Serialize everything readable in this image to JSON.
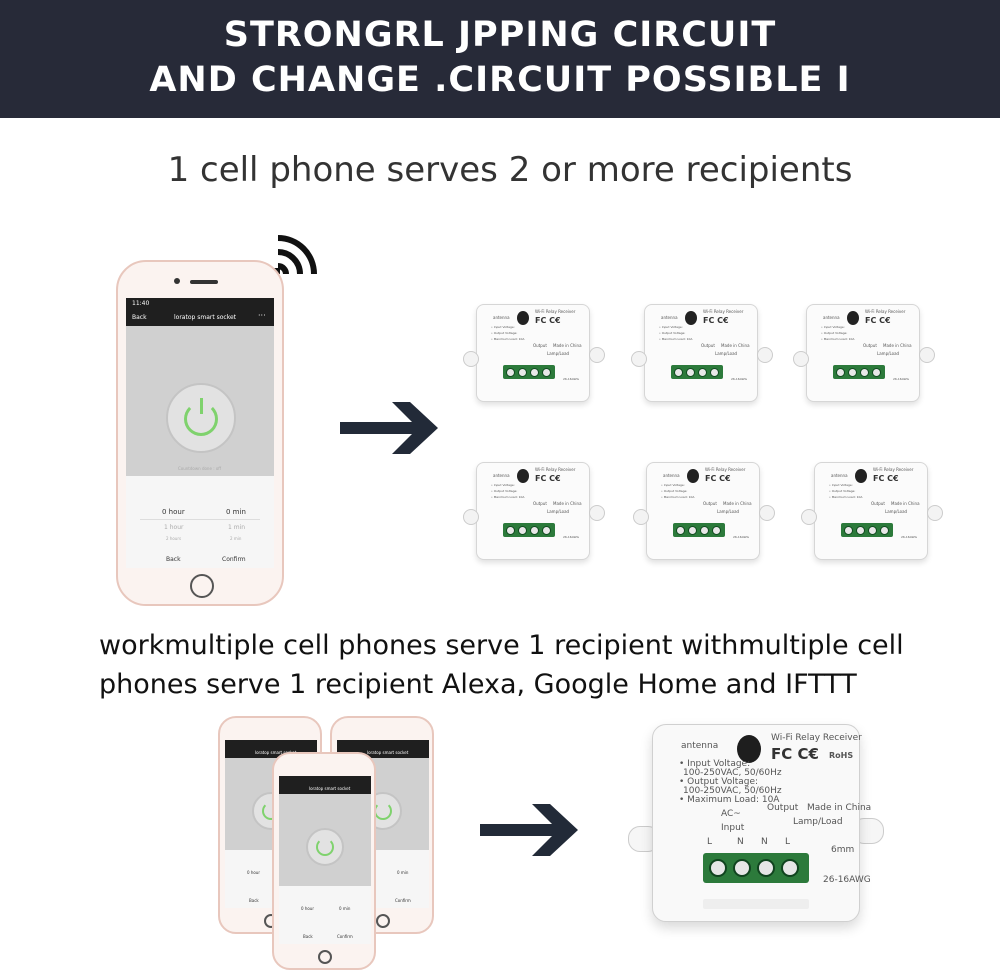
{
  "banner": {
    "line1": "STRONGRL JPPING CIRCUIT",
    "line2": "AND CHANGE .CIRCUIT POSSIBLE I"
  },
  "subtitle": "1 cell phone serves 2 or more recipients",
  "caption": "workmultiple cell phones serve 1 recipient withmultiple cell phones serve 1 recipient Alexa, Google Home and IFTTT",
  "phone_app": {
    "status_time": "11:40",
    "back": "Back",
    "title": "loratop smart socket",
    "menu": "···",
    "countdown_label": "Countdown done : off",
    "hours_selected": "0 hour",
    "hours_next": "1 hour",
    "hours_next2": "2 hours",
    "mins_selected": "0 min",
    "mins_next": "1 min",
    "mins_next2": "2 min",
    "cancel_button": "Back",
    "confirm_button": "Confirm"
  },
  "device_labels": {
    "antenna": "antenna",
    "product": "Wi-Fi  Relay Receiver",
    "certs": "FC C€",
    "rohs": "RoHS",
    "input_voltage": "• Input Voltage:",
    "input_voltage_val": "100-250VAC, 50/60Hz",
    "output_voltage": "• Output Voltage:",
    "output_voltage_val": "100-250VAC, 50/60Hz",
    "max_load": "• Maximum Load: 10A",
    "ac": "AC~",
    "input": "Input",
    "output": "Output",
    "made_in": "Made in China",
    "lamp": "Lamp/Load",
    "l": "L",
    "n": "N",
    "gauge": "6mm",
    "awg": "26-16AWG"
  },
  "icons": {
    "wifi": "wifi-signal-icon",
    "arrow": "right-arrow-icon",
    "power": "power-icon"
  },
  "colors": {
    "banner": "#272a38",
    "terminal": "#2c7a3b",
    "power_ring": "#7fd26d",
    "phone_frame": "#e8c7bd"
  }
}
